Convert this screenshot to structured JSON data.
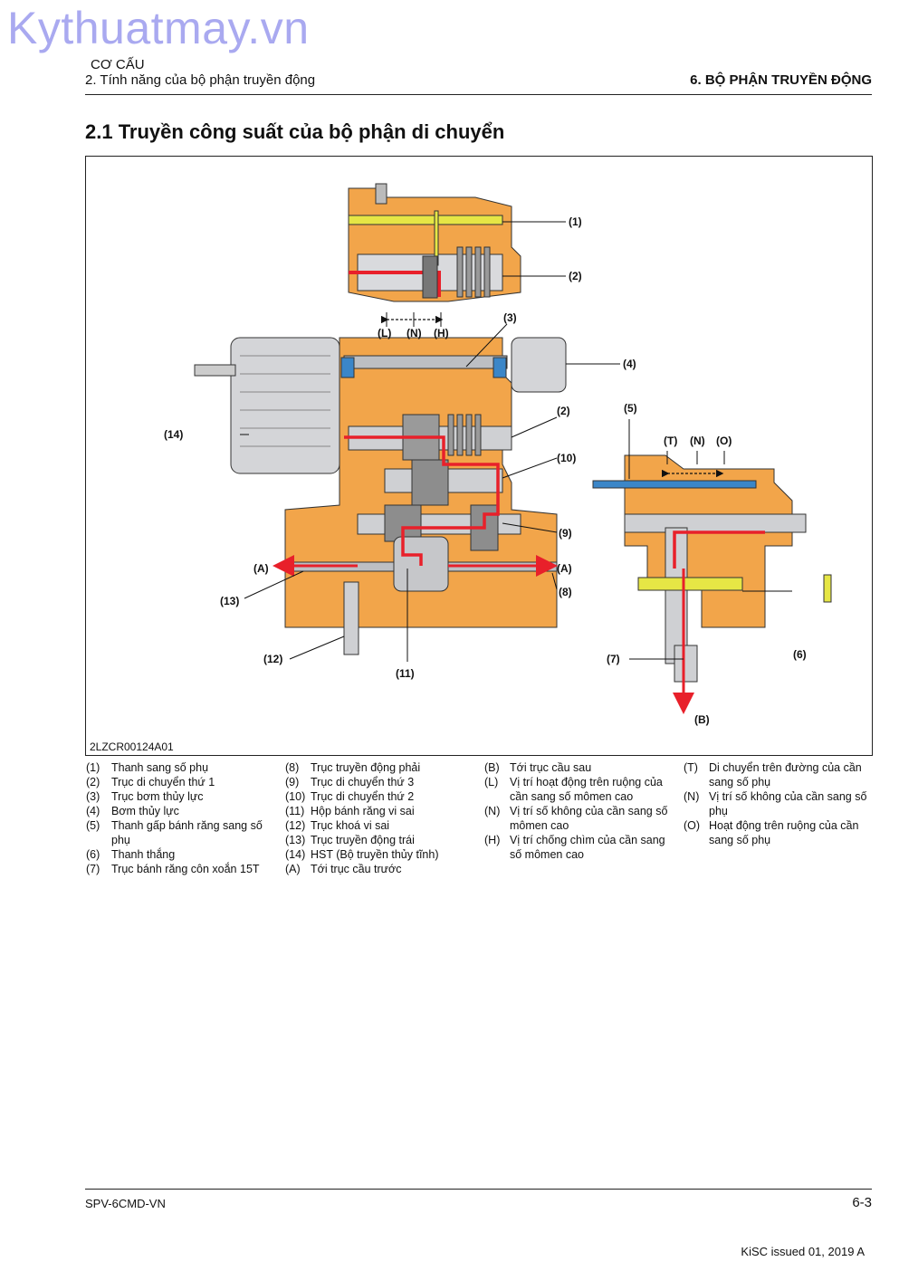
{
  "watermark": "Kythuatmay.vn",
  "header": {
    "section": "CƠ CẤU",
    "subsection": "2. Tính năng của bộ phận truyền động",
    "chapter": "6. BỘ PHẬN TRUYỀN ĐỘNG"
  },
  "title": "2.1 Truyền công suất của bộ phận di chuyển",
  "figure": {
    "code": "2LZCR00124A01",
    "callouts": {
      "c1": "(1)",
      "c2a": "(2)",
      "c2b": "(2)",
      "c3": "(3)",
      "c4": "(4)",
      "c5": "(5)",
      "c6": "(6)",
      "c7": "(7)",
      "c8": "(8)",
      "c9": "(9)",
      "c10": "(10)",
      "c11": "(11)",
      "c12": "(12)",
      "c13": "(13)",
      "c14": "(14)",
      "A_left": "(A)",
      "A_right": "(A)",
      "B": "(B)",
      "L": "(L)",
      "N1": "(N)",
      "H": "(H)",
      "T": "(T)",
      "N2": "(N)",
      "O": "(O)"
    },
    "colors": {
      "housing": "#f2a54a",
      "power_flow": "#e8202a",
      "shift_rod": "#e6e645",
      "shift_fork": "#3b86c8",
      "shaft": "#b9bcc2"
    }
  },
  "legend": {
    "col1": [
      {
        "key": "(1)",
        "text": "Thanh sang số phụ"
      },
      {
        "key": "(2)",
        "text": "Trục di chuyển thứ 1"
      },
      {
        "key": "(3)",
        "text": "Trục bơm thủy lực"
      },
      {
        "key": "(4)",
        "text": "Bơm thủy lực"
      },
      {
        "key": "(5)",
        "text": "Thanh gấp bánh răng sang số phụ"
      },
      {
        "key": "(6)",
        "text": "Thanh thắng"
      },
      {
        "key": "(7)",
        "text": "Trục bánh răng côn xoắn 15T"
      }
    ],
    "col2": [
      {
        "key": "(8)",
        "text": "Trục truyền động phải"
      },
      {
        "key": "(9)",
        "text": "Trục di chuyển thứ 3"
      },
      {
        "key": "(10)",
        "text": "Trục di chuyển thứ 2"
      },
      {
        "key": "(11)",
        "text": "Hộp bánh răng vi sai"
      },
      {
        "key": "(12)",
        "text": "Trục khoá vi sai"
      },
      {
        "key": "(13)",
        "text": "Trục truyền động trái"
      },
      {
        "key": "(14)",
        "text": "HST (Bộ truyền thủy tĩnh)"
      },
      {
        "key": "(A)",
        "text": "Tới trục cầu trước"
      }
    ],
    "col3": [
      {
        "key": "(B)",
        "text": "Tới trục cầu sau"
      },
      {
        "key": "(L)",
        "text": "Vị trí hoạt động trên ruộng của cần sang số mômen cao"
      },
      {
        "key": "(N)",
        "text": "Vị trí số không của cần sang số mômen cao"
      },
      {
        "key": "(H)",
        "text": "Vị trí chống chìm của cần sang số mômen cao"
      }
    ],
    "col4": [
      {
        "key": "(T)",
        "text": "Di chuyển trên đường của cần sang số phụ"
      },
      {
        "key": "(N)",
        "text": "Vị trí số không của cần sang số phụ"
      },
      {
        "key": "(O)",
        "text": "Hoạt động trên ruộng của cần sang số phụ"
      }
    ]
  },
  "footer": {
    "doc_code": "SPV-6CMD-VN",
    "page": "6-3",
    "issue": "KiSC issued 01, 2019 A"
  }
}
